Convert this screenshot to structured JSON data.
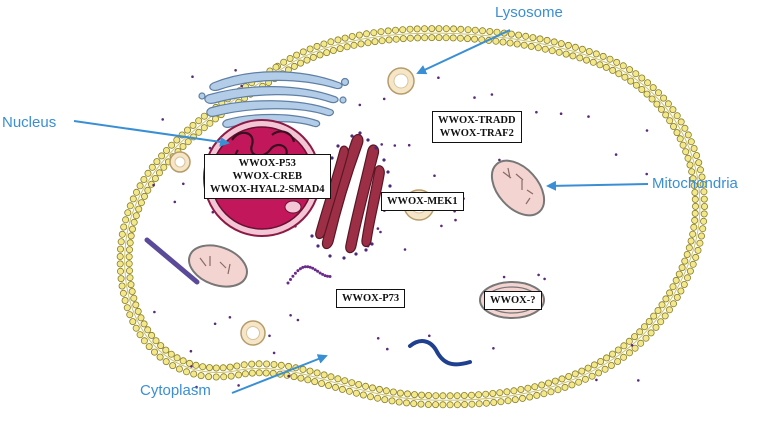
{
  "labels": {
    "lysosome": "Lysosome",
    "nucleus": "Nucleus",
    "mitochondria": "Mitochondria",
    "cytoplasm": "Cytoplasm"
  },
  "complexes": {
    "nucleus": [
      "WWOX-P53",
      "WWOX-CREB",
      "WWOX-HYAL2-SMAD4"
    ],
    "cytoplasm_upper": [
      "WWOX-TRADD",
      "WWOX-TRAF2"
    ],
    "golgi_mek": "WWOX-MEK1",
    "cytoplasm_p73": "WWOX-P73",
    "mitochondria_unknown": "WWOX-?"
  },
  "colors": {
    "callout": "#3a8fd4",
    "membrane_bead": "#f3e98a",
    "membrane_stroke": "#8a7d2a",
    "nucleus": "#c2185b",
    "golgi": "#b3cde8",
    "er": "#9c2f45",
    "mitochondria": "#f4d4d0",
    "lysosome": "#f6e6c8"
  }
}
